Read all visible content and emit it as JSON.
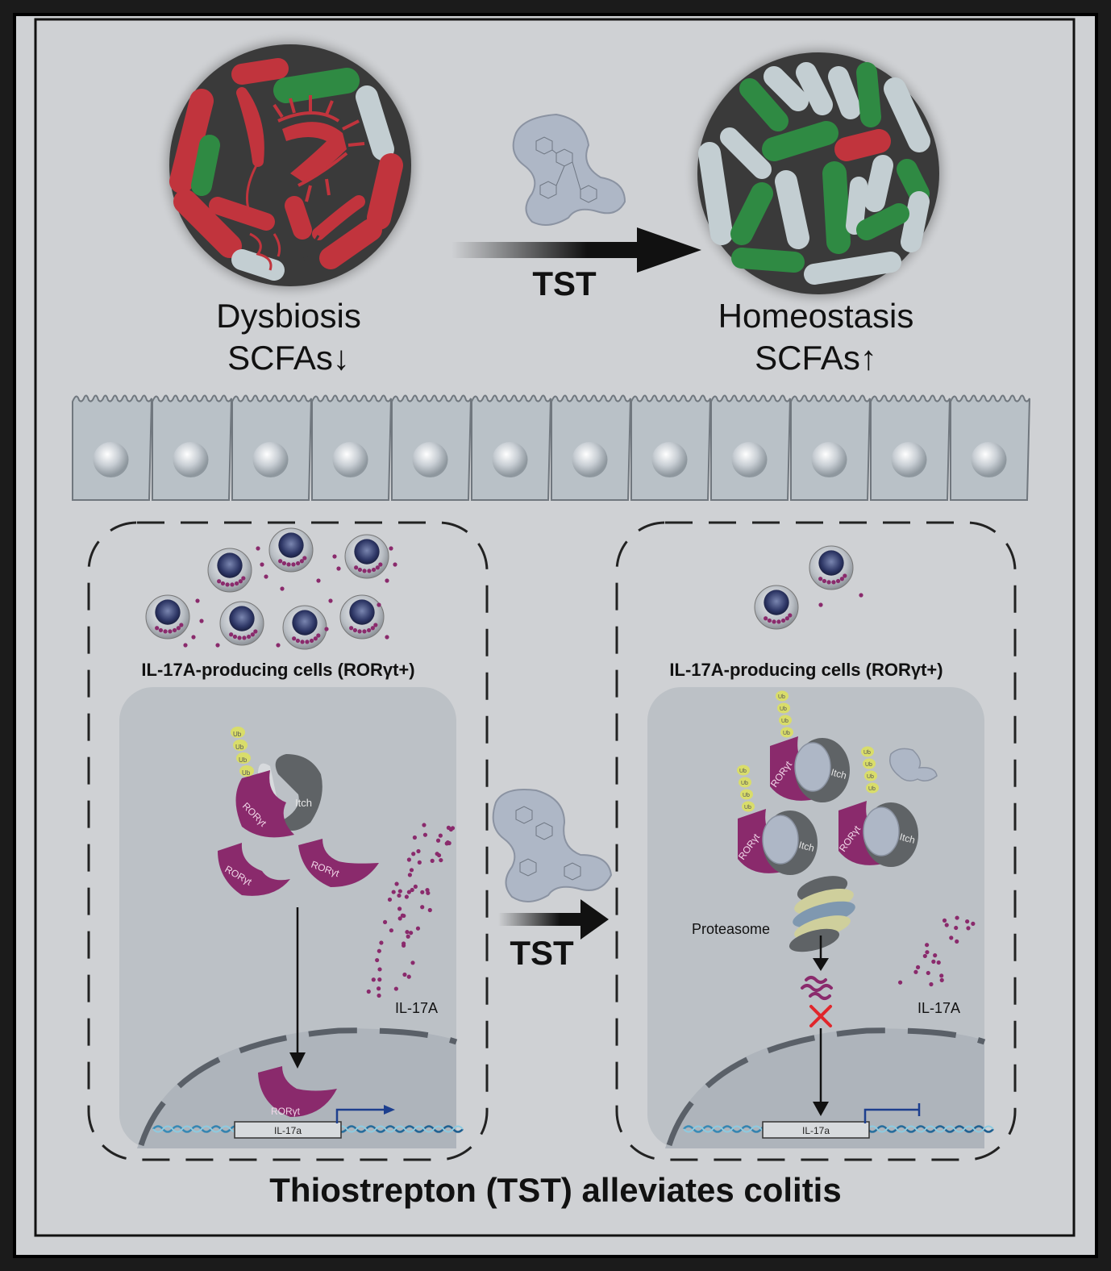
{
  "top": {
    "left_state": "Dysbiosis",
    "left_scfa": "SCFAs↓",
    "right_state": "Homeostasis",
    "right_scfa": "SCFAs↑",
    "drug_label": "TST"
  },
  "left_panel": {
    "cells_label": "IL-17A-producing cells (RORγt+)",
    "ror_label": "RORγt",
    "itch_label": "Itch",
    "ub_label": "Ub",
    "cytokine_label": "IL-17A",
    "gene_label": "IL-17a"
  },
  "middle": {
    "drug_label": "TST"
  },
  "right_panel": {
    "cells_label": "IL-17A-producing cells (RORγt+)",
    "ror_label": "RORγt",
    "itch_label": "Itch",
    "ub_label": "Ub",
    "proteasome_label": "Proteasome",
    "cytokine_label": "IL-17A",
    "gene_label": "IL-17a"
  },
  "footer": {
    "title": "Thiostrepton (TST) alleviates colitis"
  },
  "colors": {
    "background": "#cfd1d4",
    "pathogenic_bacteria": "#c1343d",
    "beneficial_bacteria": "#2f8a43",
    "neutral_bacteria": "#c3ced2",
    "roryt": "#8a2a6c",
    "itch": "#5f6366",
    "epithelium": "#b9c1c7"
  }
}
